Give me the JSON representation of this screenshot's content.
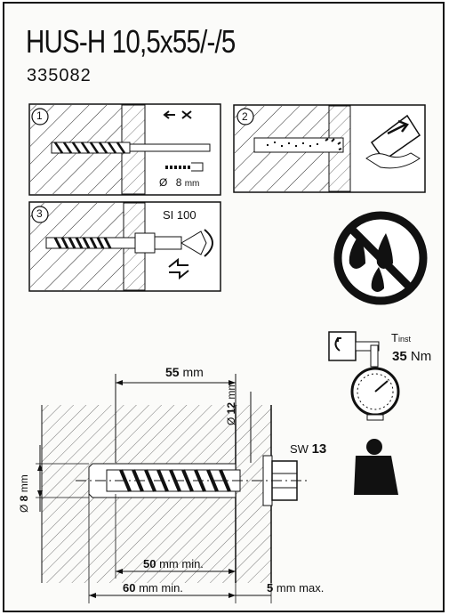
{
  "title": "HUS-H 10,5x55/-/5",
  "article_number": "335082",
  "steps": [
    {
      "number": "1",
      "drill_diameter_prefix": "Ø",
      "drill_diameter_value": "8",
      "drill_diameter_unit": "mm"
    },
    {
      "number": "2"
    },
    {
      "number": "3",
      "tool_label": "SI 100"
    }
  ],
  "torque": {
    "symbol": "T",
    "subscript": "inst",
    "value": "35",
    "unit": "Nm"
  },
  "wrench": {
    "prefix": "SW",
    "size": "13"
  },
  "dimensions": {
    "embed_value": "55",
    "embed_unit": "mm",
    "hole_value": "12",
    "hole_prefix": "Ø",
    "hole_unit": "mm",
    "bit_value": "8",
    "bit_prefix": "Ø",
    "bit_unit": "mm",
    "min_depth_1_value": "50",
    "min_depth_1_unit": "mm min.",
    "min_depth_2_value": "60",
    "min_depth_2_unit": "mm min.",
    "fixture_value": "5",
    "fixture_unit": "mm max."
  },
  "icons": [
    "no-water-icon",
    "torque-wrench-icon",
    "weight-icon",
    "drill-icon",
    "cleaning-icon",
    "screw-setting-icon"
  ]
}
